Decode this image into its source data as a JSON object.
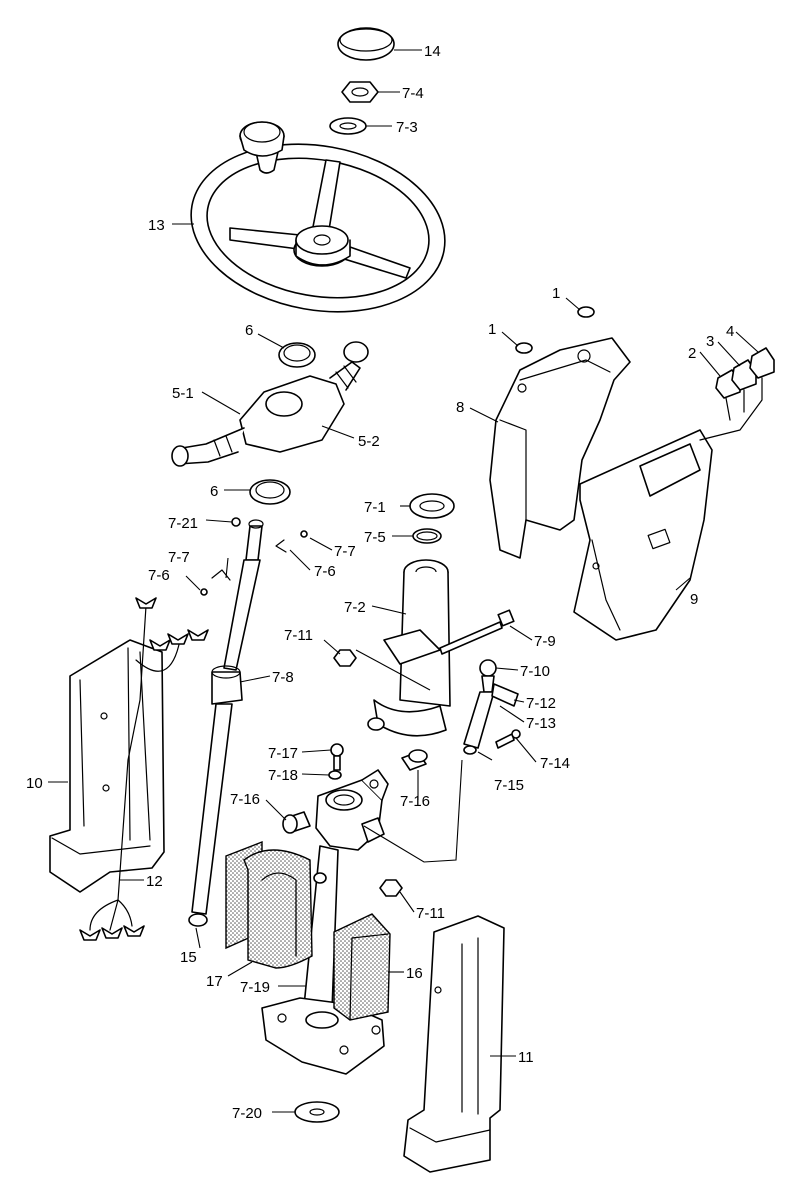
{
  "callouts": {
    "c14": "14",
    "c7_4": "7-4",
    "c7_3": "7-3",
    "c13": "13",
    "c1a": "1",
    "c1b": "1",
    "c2": "2",
    "c3": "3",
    "c4": "4",
    "c6a": "6",
    "c5_1": "5-1",
    "c5_2": "5-2",
    "c8": "8",
    "c6b": "6",
    "c7_1": "7-1",
    "c7_21": "7-21",
    "c7_5": "7-5",
    "c7_7a": "7-7",
    "c7_7b": "7-7",
    "c7_6a": "7-6",
    "c7_6b": "7-6",
    "c9": "9",
    "c7_2": "7-2",
    "c7_9": "7-9",
    "c7_11a": "7-11",
    "c7_10": "7-10",
    "c7_8": "7-8",
    "c7_12": "7-12",
    "c7_13": "7-13",
    "c7_17": "7-17",
    "c7_14": "7-14",
    "c10": "10",
    "c7_18": "7-18",
    "c7_15": "7-15",
    "c7_16a": "7-16",
    "c7_16b": "7-16",
    "c12": "12",
    "c7_11b": "7-11",
    "c15": "15",
    "c16": "16",
    "c17": "17",
    "c7_19": "7-19",
    "c11": "11",
    "c7_20": "7-20"
  }
}
